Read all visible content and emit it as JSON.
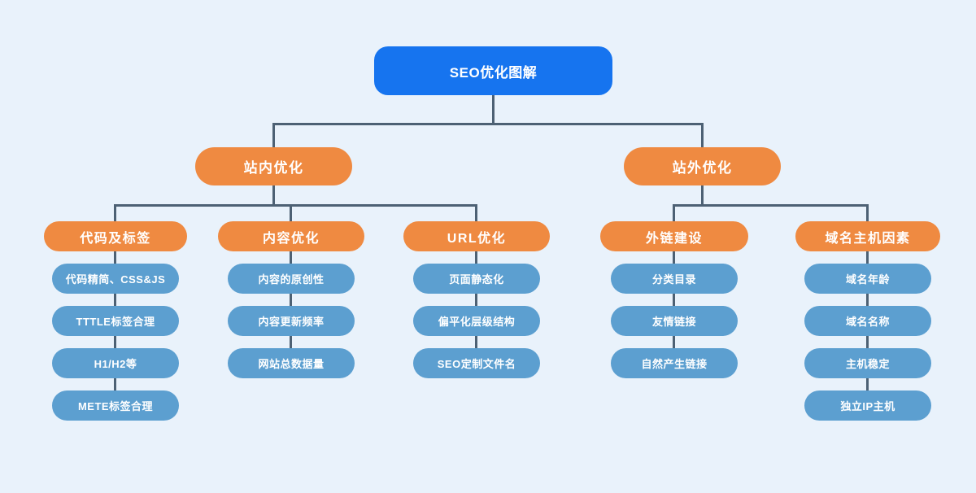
{
  "colors": {
    "bg": "#e9f2fb",
    "root-fill": "#1674ef",
    "branch-fill": "#ef8a41",
    "leaf-fill": "#5c9fd0",
    "line": "#4d6174",
    "text": "#ffffff"
  },
  "tree": {
    "root": {
      "label": "SEO优化图解"
    },
    "branches": [
      {
        "label": "站内优化",
        "groups": [
          {
            "label": "代码及标签",
            "items": [
              "代码精简、CSS&JS",
              "TTTLE标签合理",
              "H1/H2等",
              "METE标签合理"
            ]
          },
          {
            "label": "内容优化",
            "items": [
              "内容的原创性",
              "内容更新频率",
              "网站总数据量"
            ]
          },
          {
            "label": "URL优化",
            "items": [
              "页面静态化",
              "偏平化层级结构",
              "SEO定制文件名"
            ]
          }
        ]
      },
      {
        "label": "站外优化",
        "groups": [
          {
            "label": "外链建设",
            "items": [
              "分类目录",
              "友情链接",
              "自然产生链接"
            ]
          },
          {
            "label": "域名主机因素",
            "items": [
              "域名年龄",
              "域名名称",
              "主机稳定",
              "独立IP主机"
            ]
          }
        ]
      }
    ]
  }
}
